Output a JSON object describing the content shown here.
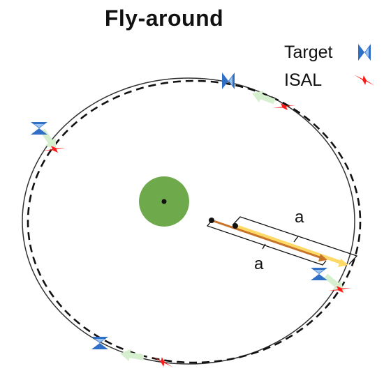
{
  "title": "Fly-around",
  "legend": {
    "target": {
      "label": "Target",
      "color": "#2f6fc6"
    },
    "isal": {
      "label": "ISAL",
      "color": "#ff1a1a"
    }
  },
  "dimensions": {
    "upper": "a",
    "lower": "a"
  },
  "colors": {
    "earth": "#6eaa4c",
    "relative_arrow": "#d6f0cf",
    "vector_dark": "#c8732a",
    "vector_light": "#ffd966"
  }
}
